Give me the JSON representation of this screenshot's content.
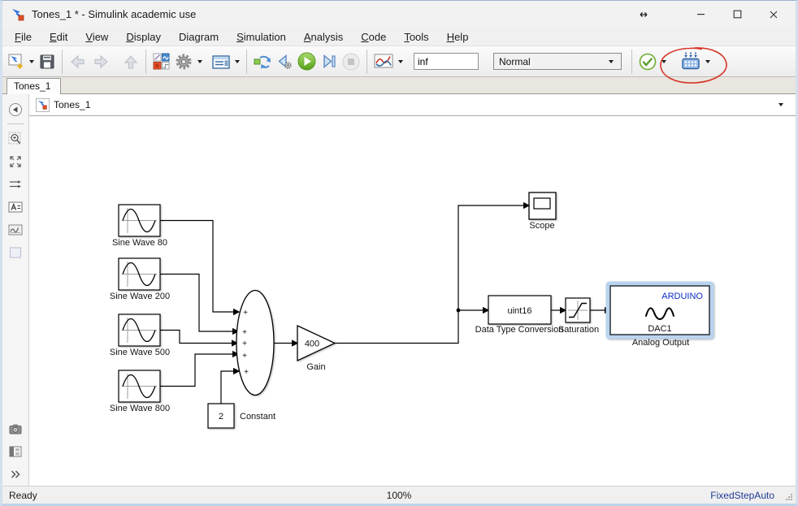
{
  "window": {
    "title": "Tones_1 * - Simulink academic use"
  },
  "menu": {
    "items": [
      {
        "label": "File",
        "accel": 0
      },
      {
        "label": "Edit",
        "accel": 0
      },
      {
        "label": "View",
        "accel": 0
      },
      {
        "label": "Display",
        "accel": 0
      },
      {
        "label": "Diagram",
        "accel": 3
      },
      {
        "label": "Simulation",
        "accel": 0
      },
      {
        "label": "Analysis",
        "accel": 0
      },
      {
        "label": "Code",
        "accel": 0
      },
      {
        "label": "Tools",
        "accel": 0
      },
      {
        "label": "Help",
        "accel": 0
      }
    ]
  },
  "toolbar": {
    "sim_stop_time": "inf",
    "sim_mode": "Normal"
  },
  "tab": {
    "label": "Tones_1"
  },
  "breadcrumb": {
    "model": "Tones_1"
  },
  "diagram": {
    "sum_plus": "+",
    "blocks": {
      "sine80": {
        "label": "Sine Wave 80"
      },
      "sine200": {
        "label": "Sine Wave 200"
      },
      "sine500": {
        "label": "Sine Wave 500"
      },
      "sine800": {
        "label": "Sine Wave 800"
      },
      "constant": {
        "value": "2",
        "label": "Constant"
      },
      "gain": {
        "value": "400",
        "label": "Gain"
      },
      "scope": {
        "label": "Scope"
      },
      "data_type_conversion": {
        "value": "uint16",
        "label": "Data Type Conversion"
      },
      "saturation": {
        "label": "Saturation"
      },
      "analog_output": {
        "brand": "ARDUINO",
        "port": "DAC1",
        "label": "Analog Output"
      }
    }
  },
  "status": {
    "state": "Ready",
    "zoom": "100%",
    "solver": "FixedStepAuto"
  },
  "colors": {
    "annotation": "#d63426",
    "arduino_text": "#0a2ec8",
    "solver_text": "#1f3a93",
    "run_green": "#5aa51e",
    "wire": "#000000"
  }
}
